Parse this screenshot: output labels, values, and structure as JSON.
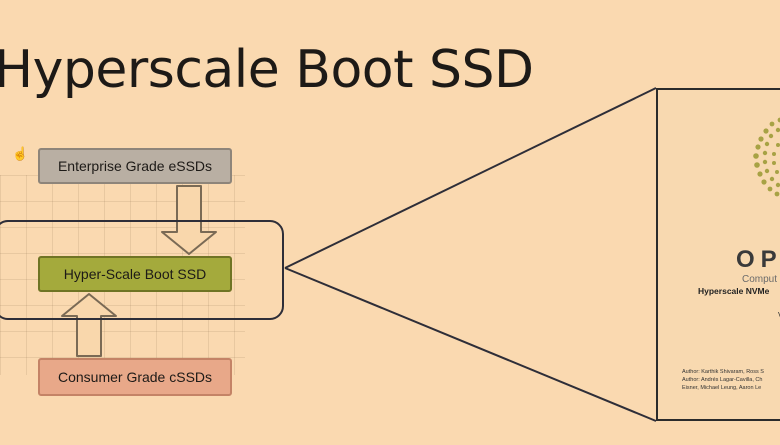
{
  "slide": {
    "title": "Hyperscale Boot SSD"
  },
  "diagram": {
    "top_box": "Enterprise Grade eSSDs",
    "middle_box": "Hyper-Scale Boot SSD",
    "bottom_box": "Consumer Grade cSSDs"
  },
  "document": {
    "logo_text": "OPE",
    "logo_subtitle": "Comput",
    "title": "Hyperscale NVMe",
    "version": "V",
    "authors_line1": "Author: Karthik Shivaram, Ross S",
    "authors_line2": "Author: Andrés Lagar-Cavilla, Ch",
    "authors_line3": "Eisner, Michael Leung, Aaron Le"
  },
  "colors": {
    "background": "#fad9b0",
    "enterprise_box": "#b9afa3",
    "hyperscale_box": "#a4aa3c",
    "consumer_box": "#e8a889",
    "logo_leaf": "#a7a244"
  }
}
